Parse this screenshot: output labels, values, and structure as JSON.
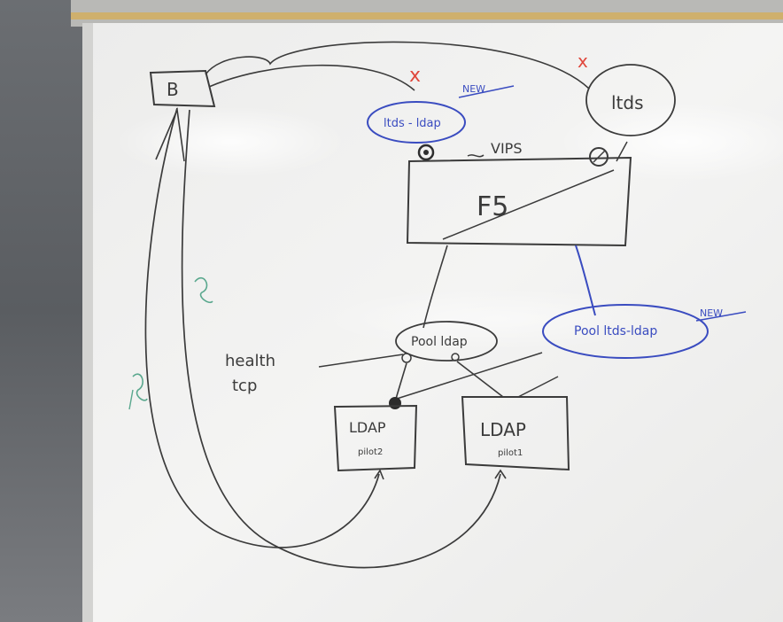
{
  "whiteboard": {
    "nodes": {
      "b_label": "B",
      "ltds_label": "ltds",
      "ltds_ldap_label": "ltds - ldap",
      "vips_label": "VIPS",
      "f5_label": "F5",
      "pool_ldap_label": "Pool ldap",
      "pool_ltds_ldap_label": "Pool ltds-ldap",
      "ldap_left_label": "LDAP",
      "ldap_left_sub": "pilot2",
      "ldap_right_label": "LDAP",
      "ldap_right_sub": "pilot1"
    },
    "annotations": {
      "new_top": "NEW",
      "new_right": "NEW",
      "cross_left": "x",
      "cross_right": "x",
      "health_line1": "health",
      "health_line2": "tcp"
    },
    "colors": {
      "marker_black": "#3b3b3b",
      "marker_blue": "#3a4cc0",
      "marker_red": "#e0483d",
      "marker_green": "#5aa88e"
    }
  }
}
